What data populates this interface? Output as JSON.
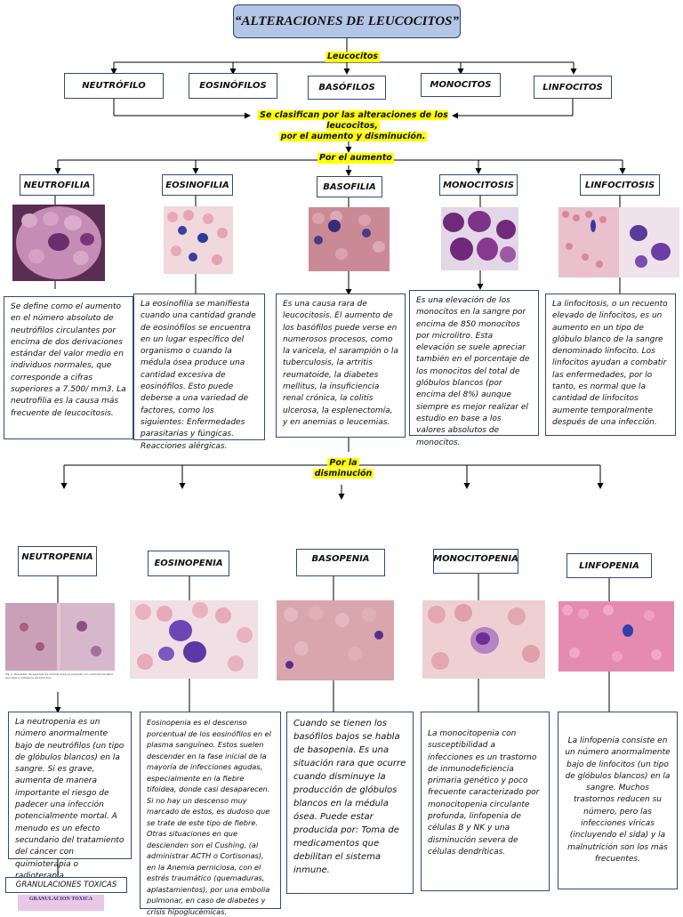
{
  "title": "“ALTERACIONES DE LEUCOCITOS”",
  "root_label": "Leucocitos",
  "types": [
    "NEUTRÓFILO",
    "EOSINÓFILOS",
    "BASÓFILOS",
    "MONOCITOS",
    "LINFOCITOS"
  ],
  "classify_line1": "Se clasifican por las alteraciones de los leucocitos,",
  "classify_line2": "por el aumento y disminución.",
  "aumento": {
    "label": "Por el aumento",
    "items": [
      {
        "name": "NEUTROFILIA",
        "text": "Se define como el aumento en el número absoluto de neutrófilos circulantes por encima de dos derivaciones estándar del valor medio en individuos normales, que corresponde a cifras superiores a 7.500/ mm3. La neutrofilia es la causa más frecuente de leucocitosis."
      },
      {
        "name": "EOSINOFILIA",
        "text": "La eosinofilia se manifiesta cuando una cantidad grande de eosinófilos se encuentra en un lugar específico del organismo o cuando la médula ósea produce una cantidad excesiva de eosinófilos. Esto puede deberse a una variedad de factores, como los siguientes: Enfermedades parasitarias y fúngicas. Reacciones alérgicas."
      },
      {
        "name": "BASOFILIA",
        "text": "Es una causa rara de leucocitosis. El aumento de los basófilos puede verse en numerosos procesos, como la varicela, el sarampión o la tuberculosis, la artritis reumatoide, la diabetes mellitus, la insuficiencia renal crónica, la colitis ulcerosa, la esplenectomía, y en anemias o leucemias."
      },
      {
        "name": "MONOCITOSIS",
        "text": "Es una elevación de los monocitos en la sangre por encima de 850 monocitos por microlitro. Esta elevación se suele apreciar también en el porcentaje de los monocitos del total de glóbulos blancos (por encima del 8%) aunque siempre es mejor realizar el estudio en base a los valores absolutos de monocitos."
      },
      {
        "name": "LINFOCITOSIS",
        "text": "La linfocitosis, o un recuento elevado de linfocitos, es un aumento en un tipo de glóbulo blanco de la sangre denominado linfocito. Los linfocitos ayudan a combatir las enfermedades, por lo tanto, es normal que la cantidad de linfocitos aumente temporalmente después de una infección."
      }
    ]
  },
  "disminucion": {
    "label_line1": "Por la",
    "label_line2": "disminución",
    "items": [
      {
        "name": "NEUTROPENIA",
        "text": "La neutropenia es un número anormalmente bajo de neutrófilos (un tipo de glóbulos blancos) en la sangre. Si es grave, aumenta de manera importante el riesgo de padecer una infección potencialmente mortal. A menudo es un efecto secundario del tratamiento del cáncer con quimioterapia o radioterapia."
      },
      {
        "name": "EOSINOPENIA",
        "text": "Eosinopenia es el descenso porcentual de los eosinófilos en el plasma sanguíneo. Estos suelen descender en la fase inicial de la mayoría de infecciones agudas, especialmente en la fiebre tifoidea, donde casi desaparecen. Si no hay un descenso muy marcado de estos, es dudoso que se trate de este tipo de fiebre. Otras situaciones en que descienden son el Cushing, (al administrar ACTH o Cortisonas), en la Anemia perniciosa, con el estrés traumático (quemaduras, aplastamientos), por una embolia pulmonar, en caso de diabetes y crisis hipoglucémicas."
      },
      {
        "name": "BASOPENIA",
        "text": "Cuando se tienen los basófilos bajos se habla de basopenia. Es una situación rara que ocurre cuando disminuye la producción de glóbulos blancos en la médula ósea. Puede estar producida por: Toma de medicamentos que debilitan el sistema inmune."
      },
      {
        "name": "MONOCITOPENIA",
        "text": "La monocitopenia con susceptibilidad a infecciones es un trastorno de inmunodeficiencia primaria genético y poco frecuente caracterizado por monocitopenia circulante profunda, linfopenia de células B y NK y una disminución severa de células dendríticas."
      },
      {
        "name": "LINFOPENIA",
        "text": "La linfopenia consiste en un número anormalmente bajo de linfocitos (un tipo de glóbulos blancos) en la sangre. Muchos trastornos reducen su número, pero las infecciones víricas (incluyendo el sida) y la malnutrición son los más frecuentes."
      }
    ]
  },
  "granulaciones": {
    "label": "GRANULACIONES TOXICAS",
    "image_text": "GRANULACION TOXICA"
  },
  "figure_caption": "Fig. 1: Resultado de aspirado de médula ósea en paciente con neutropenia febril asociada a linfopenia de linfocitos.",
  "colors": {
    "title_bg": "#b4c6e7",
    "highlight": "#ffff00",
    "border": "#2f4b7c"
  }
}
